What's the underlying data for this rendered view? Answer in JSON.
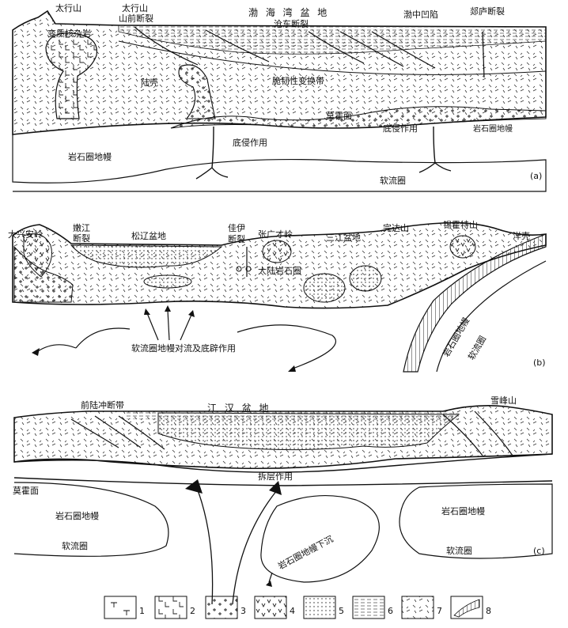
{
  "panel_a": {
    "tag": "(a)",
    "labels": {
      "taihang_shan": "太行山",
      "taihang_piedmont_1": "太行山",
      "taihang_piedmont_2": "山前断裂",
      "bohai_basin": "渤 海 湾 盆 地",
      "cangdong_fault": "沧东断裂",
      "bozhong_depression": "渤中凹陷",
      "tanlu_fault": "郯庐断裂",
      "core_complex": "变质核杂岩",
      "land_shell": "陆壳",
      "brittle_ductile": "脆韧性变换带",
      "moho": "莫霍面",
      "underplating_1": "底侵作用",
      "underplating_2": "底侵作用",
      "lith_mantle_left": "岩石圈地幔",
      "lith_mantle_right": "岩石圈地幔",
      "asthenosphere": "软流圈"
    }
  },
  "panel_b": {
    "tag": "(b)",
    "labels": {
      "daxinganling": "大兴安岭",
      "nenjiang_1": "嫩江",
      "nenjiang_2": "断裂",
      "songliao": "松辽盆地",
      "jiayi_1": "佳伊",
      "jiayi_2": "断裂",
      "zhangguangcai": "张广才岭",
      "sanjiang": "三江盆地",
      "wandashan": "完达山",
      "xikhote": "锡霍特山",
      "ocean_crust": "洋壳",
      "cont_lith": "大陆岩石圈",
      "convection": "软流圈地幔对流及底辟作用",
      "lith_mantle": "岩石圈地幔",
      "asthenosphere": "软流圈"
    }
  },
  "panel_c": {
    "tag": "(c)",
    "labels": {
      "foreland_thrust": "前陆冲断带",
      "jianghan": "江 汉 盆 地",
      "xuefeng": "雪峰山",
      "moho": "莫霍面",
      "delamination": "拆层作用",
      "lith_mantle_left": "岩石圈地幔",
      "lith_mantle_right": "岩石圈地幔",
      "asth_left": "软流圈",
      "asth_right": "软流圈",
      "sinking": "岩石圈地幔下沉"
    }
  },
  "legend": {
    "items": [
      {
        "num": "1",
        "icon": "basalt-t-pattern"
      },
      {
        "num": "2",
        "icon": "l-pattern"
      },
      {
        "num": "3",
        "icon": "cross-pattern"
      },
      {
        "num": "4",
        "icon": "v-pattern"
      },
      {
        "num": "5",
        "icon": "dot-pattern"
      },
      {
        "num": "6",
        "icon": "dash-pattern"
      },
      {
        "num": "7",
        "icon": "stroke-pattern"
      },
      {
        "num": "8",
        "icon": "hatch-pattern"
      }
    ]
  }
}
